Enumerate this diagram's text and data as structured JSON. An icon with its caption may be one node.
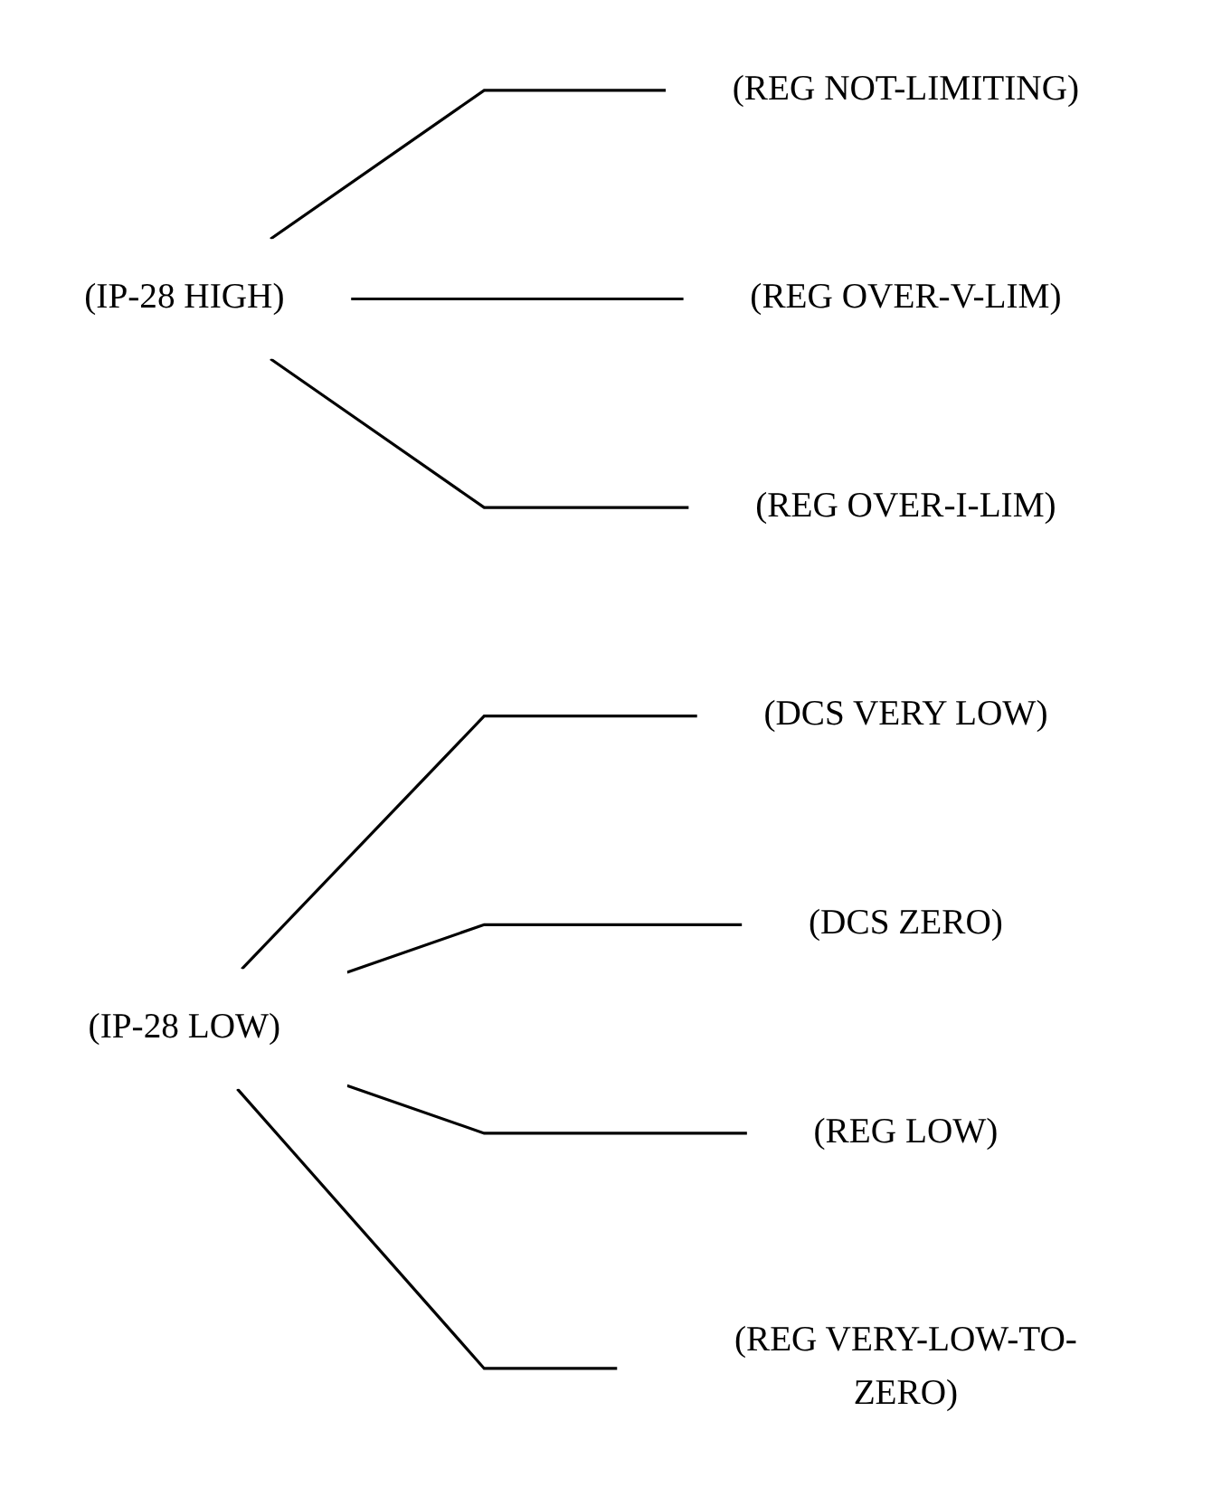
{
  "diagram": {
    "nodes": [
      {
        "text": [
          "(IP-28 HIGH)"
        ]
      },
      {
        "text": [
          "(REG NOT-LIMITING)"
        ]
      },
      {
        "text": [
          "(REG OVER-V-LIM)"
        ]
      },
      {
        "text": [
          "(REG OVER-I-LIM)"
        ]
      },
      {
        "text": [
          "(IP-28 LOW)"
        ]
      },
      {
        "text": [
          "(DCS VERY LOW)"
        ]
      },
      {
        "text": [
          "(DCS ZERO)"
        ]
      },
      {
        "text": [
          "(REG LOW)"
        ]
      },
      {
        "text": [
          "(REG VERY-LOW-TO-ZERO)"
        ]
      }
    ],
    "edges": [
      {
        "from": 0,
        "to": 1,
        "arrow": "none"
      },
      {
        "from": 0,
        "to": 2,
        "arrow": "none"
      },
      {
        "from": 0,
        "to": 3,
        "arrow": "none"
      },
      {
        "from": 4,
        "to": 5,
        "arrow": "none"
      },
      {
        "from": 4,
        "to": 6,
        "arrow": "none"
      },
      {
        "from": 4,
        "to": 7,
        "arrow": "none"
      },
      {
        "from": 4,
        "to": 8,
        "arrow": "none"
      }
    ]
  }
}
